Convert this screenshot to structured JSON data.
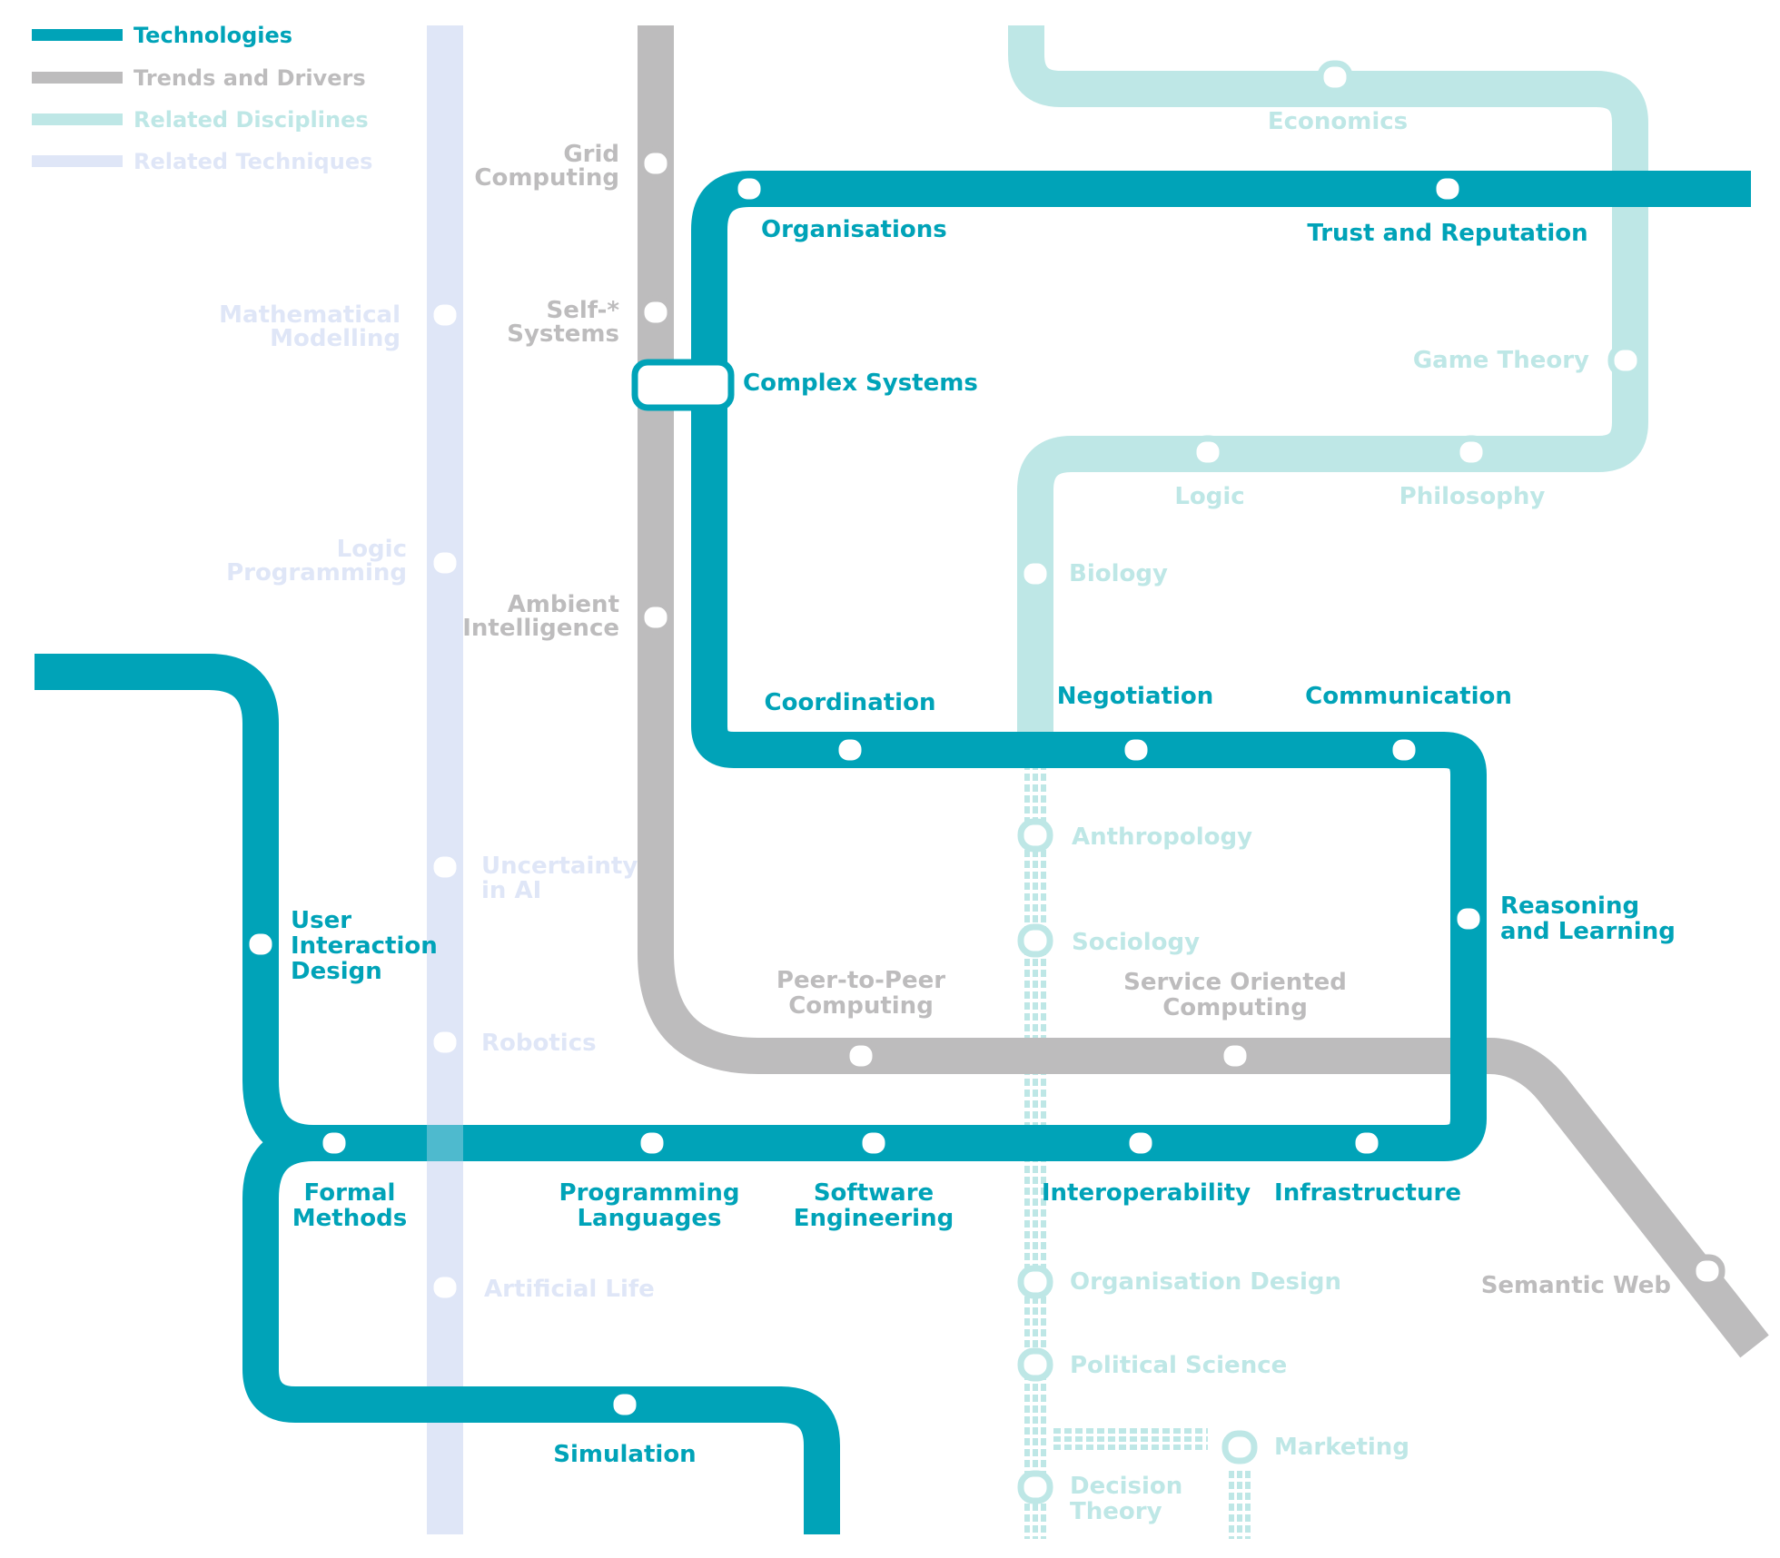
{
  "legend": [
    {
      "label": "Technologies",
      "color": "#00a3b8"
    },
    {
      "label": "Trends and Drivers",
      "color": "#bdbcbd"
    },
    {
      "label": "Related Disciplines",
      "color": "#bee7e6"
    },
    {
      "label": "Related Techniques",
      "color": "#dfe6f7"
    }
  ],
  "lines": {
    "technologies": {
      "name": "Technologies",
      "color": "#00a3b8"
    },
    "trends": {
      "name": "Trends and Drivers",
      "color": "#bdbcbd"
    },
    "disciplines": {
      "name": "Related Disciplines",
      "color": "#bee7e6"
    },
    "techniques": {
      "name": "Related Techniques",
      "color": "#dfe6f7"
    }
  },
  "stations": {
    "organisations": "Organisations",
    "trust_and_reputation": "Trust and Reputation",
    "complex_systems": "Complex Systems",
    "coordination": "Coordination",
    "negotiation": "Negotiation",
    "communication": "Communication",
    "reasoning_and_learning": [
      "Reasoning",
      "and Learning"
    ],
    "user_interaction_design": [
      "User",
      "Interaction",
      "Design"
    ],
    "formal_methods": [
      "Formal",
      "Methods"
    ],
    "programming_languages": [
      "Programming",
      "Languages"
    ],
    "software_engineering": [
      "Software",
      "Engineering"
    ],
    "interoperability": "Interoperability",
    "infrastructure": "Infrastructure",
    "simulation": "Simulation",
    "grid_computing": [
      "Grid",
      "Computing"
    ],
    "self_systems": [
      "Self-*",
      "Systems"
    ],
    "ambient_intelligence": [
      "Ambient",
      "Intelligence"
    ],
    "peer_to_peer_computing": [
      "Peer-to-Peer",
      "Computing"
    ],
    "service_oriented_computing": [
      "Service Oriented",
      "Computing"
    ],
    "semantic_web": "Semantic Web",
    "economics": "Economics",
    "game_theory": "Game Theory",
    "logic": "Logic",
    "philosophy": "Philosophy",
    "biology": "Biology",
    "anthropology": "Anthropology",
    "sociology": "Sociology",
    "organisation_design": "Organisation Design",
    "political_science": "Political Science",
    "decision_theory": [
      "Decision",
      "Theory"
    ],
    "marketing": "Marketing",
    "mathematical_modelling": [
      "Mathematical",
      "Modelling"
    ],
    "logic_programming": [
      "Logic",
      "Programming"
    ],
    "uncertainty_in_ai": [
      "Uncertainty",
      "in AI"
    ],
    "robotics": "Robotics",
    "artificial_life": "Artificial Life"
  }
}
